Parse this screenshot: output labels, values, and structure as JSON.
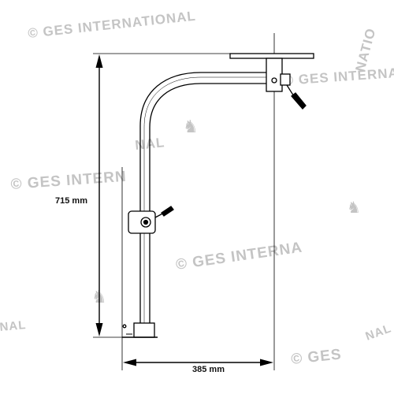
{
  "dimensions": {
    "height_label": "715 mm",
    "width_label": "385 mm"
  },
  "watermarks": [
    "© GES INTERNATIONAL",
    "© GES INTERN",
    "© GES INTERNA",
    "NAL",
    "NATIO",
    "© GES"
  ],
  "colors": {
    "line": "#000000",
    "watermark": "#c4c4c4",
    "background": "#ffffff"
  }
}
